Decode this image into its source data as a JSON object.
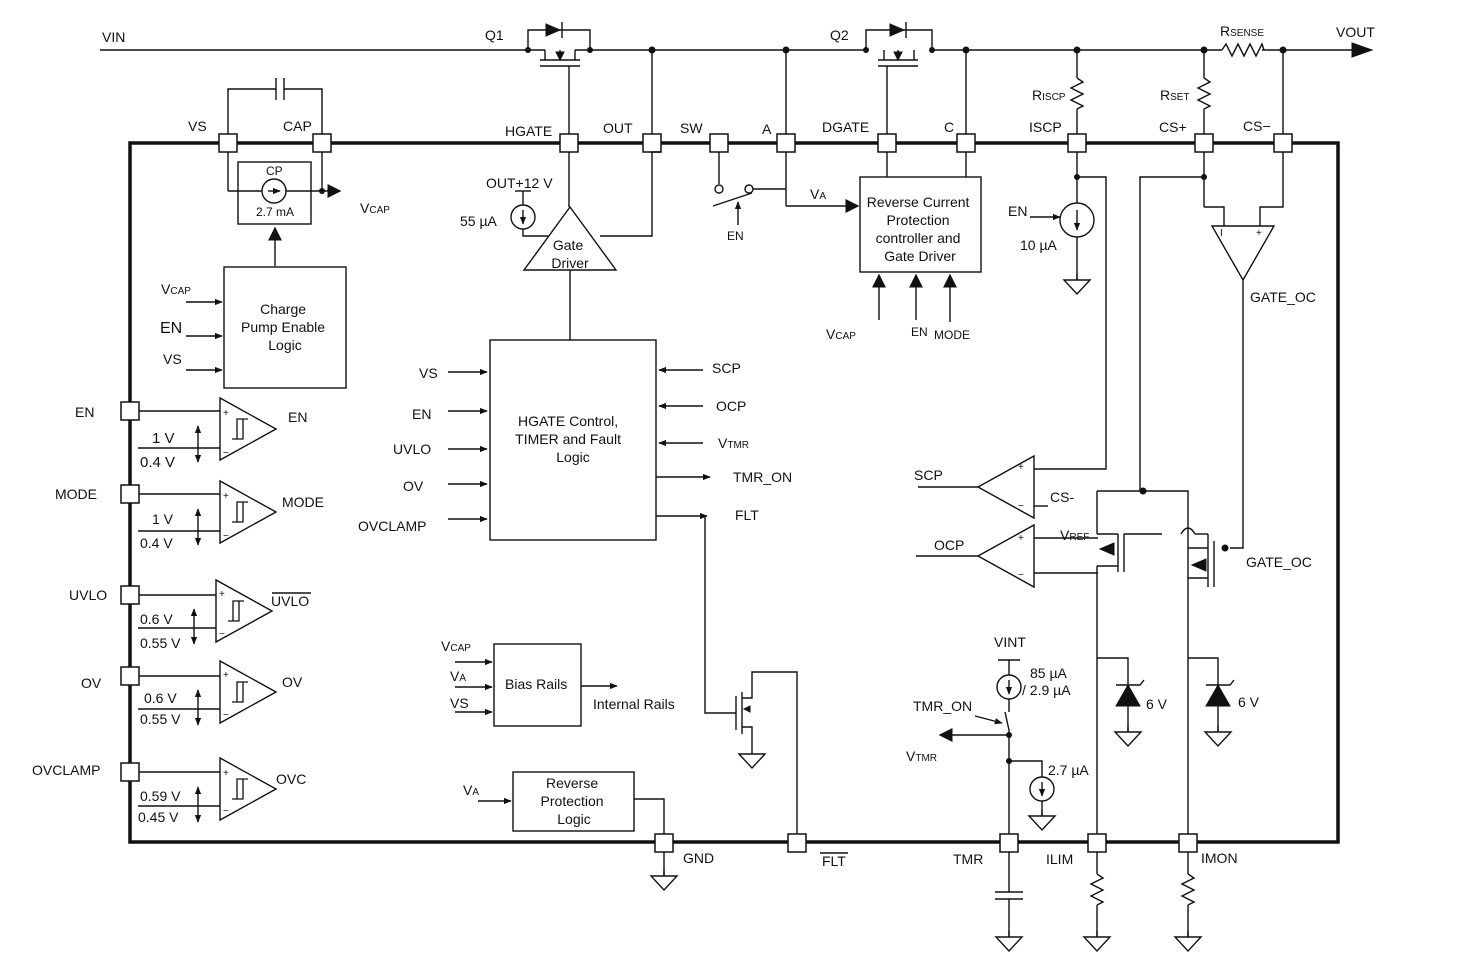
{
  "nets": {
    "vin": "VIN",
    "vout": "VOUT",
    "q1": "Q1",
    "q2": "Q2",
    "rsense_r": "R",
    "rsense_sub": "SENSE",
    "riscp_r": "R",
    "riscp_sub": "ISCP",
    "rset_r": "R",
    "rset_sub": "SET"
  },
  "pins": {
    "vs": "VS",
    "cap": "CAP",
    "hgate": "HGATE",
    "out": "OUT",
    "sw": "SW",
    "a": "A",
    "dgate": "DGATE",
    "c": "C",
    "iscp": "ISCP",
    "csp": "CS+",
    "csm": "CS−",
    "en": "EN",
    "mode": "MODE",
    "uvlo": "UVLO",
    "ov": "OV",
    "ovclamp": "OVCLAMP",
    "gnd": "GND",
    "flt": "FLT",
    "tmr": "TMR",
    "ilim": "ILIM",
    "imon": "IMON"
  },
  "blocks": {
    "cp_name": "CP",
    "cp_current": "2.7 mA",
    "charge_pump_lines": [
      "Charge",
      "Pump Enable",
      "Logic"
    ],
    "gate_driver_lines": [
      "Gate",
      "Driver"
    ],
    "hgate_ctrl_lines": [
      "HGATE Control,",
      "TIMER and Fault",
      "Logic"
    ],
    "rcp_lines": [
      "Reverse Current",
      "Protection",
      "controller and",
      "Gate Driver"
    ],
    "bias_rails": "Bias Rails",
    "rpl_lines": [
      "Reverse",
      "Protection",
      "Logic"
    ]
  },
  "signals": {
    "v": "V",
    "cap_sub": "CAP",
    "a_sub": "A",
    "tmr_sub": "TMR",
    "ref_sub": "REF",
    "en": "EN",
    "vs": "VS",
    "mode": "MODE",
    "out12": "OUT+12 V",
    "i55": "55 µA",
    "i10": "10 µA",
    "uvlo": "UVLO",
    "ov": "OV",
    "ovclamp": "OVCLAMP",
    "scp": "SCP",
    "ocp": "OCP",
    "tmr_on": "TMR_ON",
    "flt": "FLT",
    "internal_rails": "Internal Rails",
    "gate_oc": "GATE_OC",
    "csm_short": "CS-",
    "vint": "VINT",
    "i85": "85 µA",
    "i29": "/ 2.9 µA",
    "i27": "2.7 µA",
    "z6v": "6 V",
    "ovc": "OVC"
  },
  "thresholds": {
    "en_hi": "1 V",
    "en_lo": "0.4 V",
    "mode_hi": "1 V",
    "mode_lo": "0.4 V",
    "uvlo_hi": "0.6 V",
    "uvlo_lo": "0.55 V",
    "ov_hi": "0.6 V",
    "ov_lo": "0.55 V",
    "ovc_hi": "0.59 V",
    "ovc_lo": "0.45 V"
  }
}
